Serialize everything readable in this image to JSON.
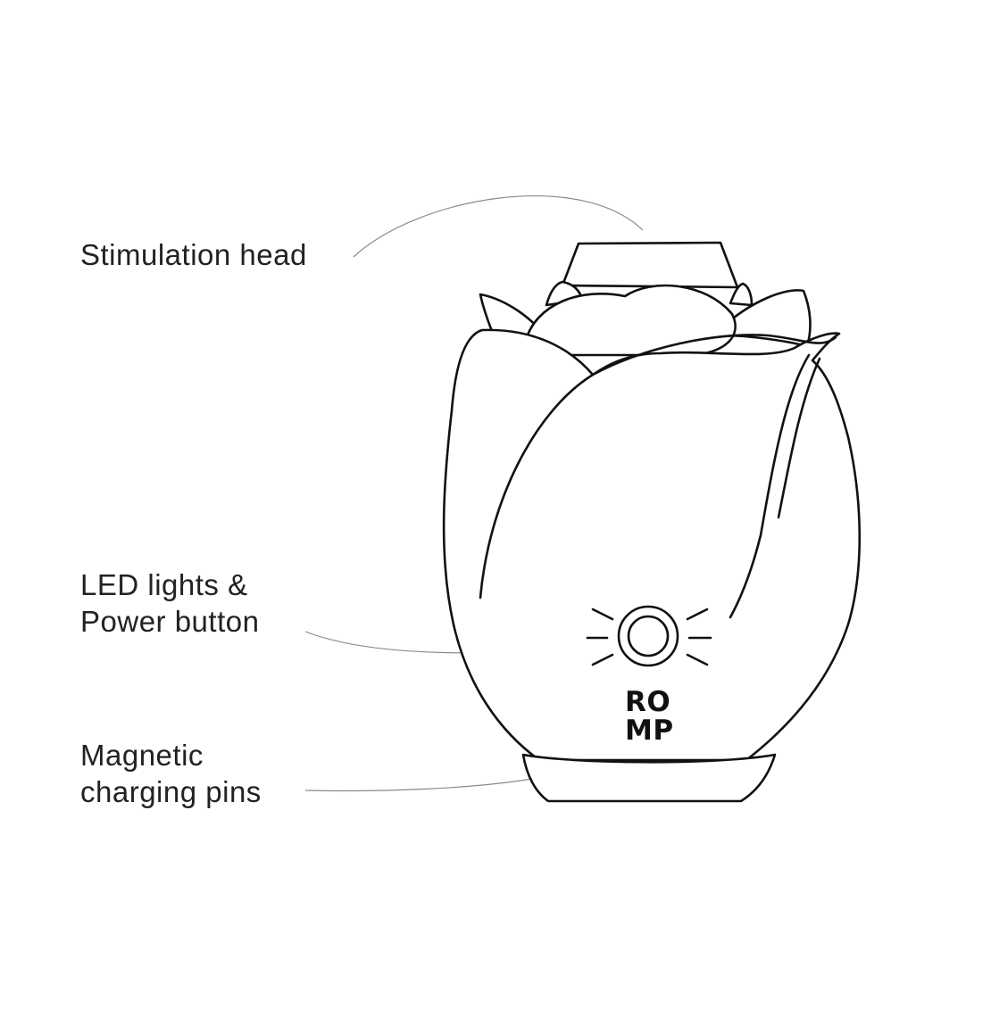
{
  "labels": {
    "stimulation_head": "Stimulation head",
    "led_line1": "LED lights &",
    "led_line2": "Power button",
    "pins_line1": "Magnetic",
    "pins_line2": "charging pins"
  },
  "brand": {
    "logo_line1": "RO",
    "logo_line2": "MP"
  }
}
